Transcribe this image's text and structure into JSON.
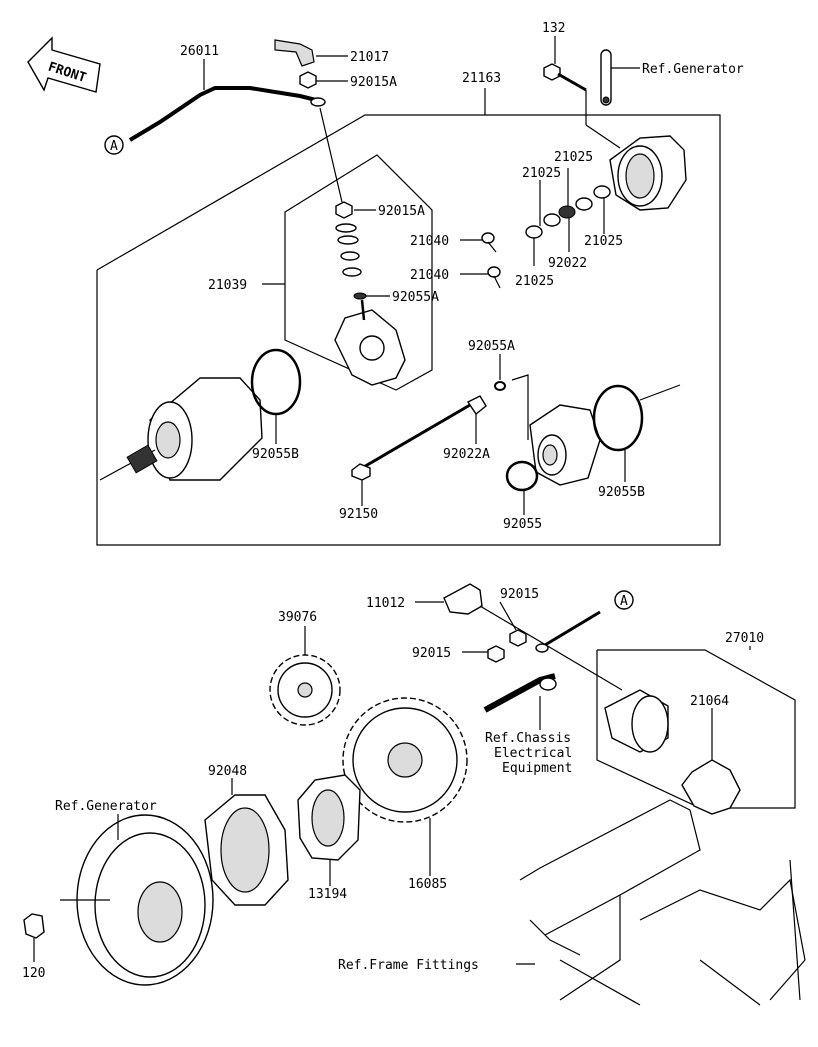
{
  "front_label": "FRONT",
  "marker_a": "A",
  "labels": {
    "p26011": "26011",
    "p21017": "21017",
    "p92015A_top": "92015A",
    "p21163": "21163",
    "p132": "132",
    "ref_generator_top": "Ref.Generator",
    "p21025_a": "21025",
    "p21025_b": "21025",
    "p21025_c": "21025",
    "p21025_d": "21025",
    "p92022": "92022",
    "p92015A_inner": "92015A",
    "p21040_a": "21040",
    "p21040_b": "21040",
    "p21039": "21039",
    "p92055A_a": "92055A",
    "p92055A_b": "92055A",
    "p92055B_a": "92055B",
    "p92055B_b": "92055B",
    "p92022A": "92022A",
    "p92150": "92150",
    "p92055": "92055",
    "p11012": "11012",
    "p92015_a": "92015",
    "p92015_b": "92015",
    "p39076": "39076",
    "p27010": "27010",
    "p21064": "21064",
    "ref_chassis_1": "Ref.Chassis",
    "ref_chassis_2": "Electrical",
    "ref_chassis_3": "Equipment",
    "p92048": "92048",
    "ref_generator_bottom": "Ref.Generator",
    "p13194": "13194",
    "p16085": "16085",
    "p120": "120",
    "ref_frame": "Ref.Frame Fittings"
  }
}
